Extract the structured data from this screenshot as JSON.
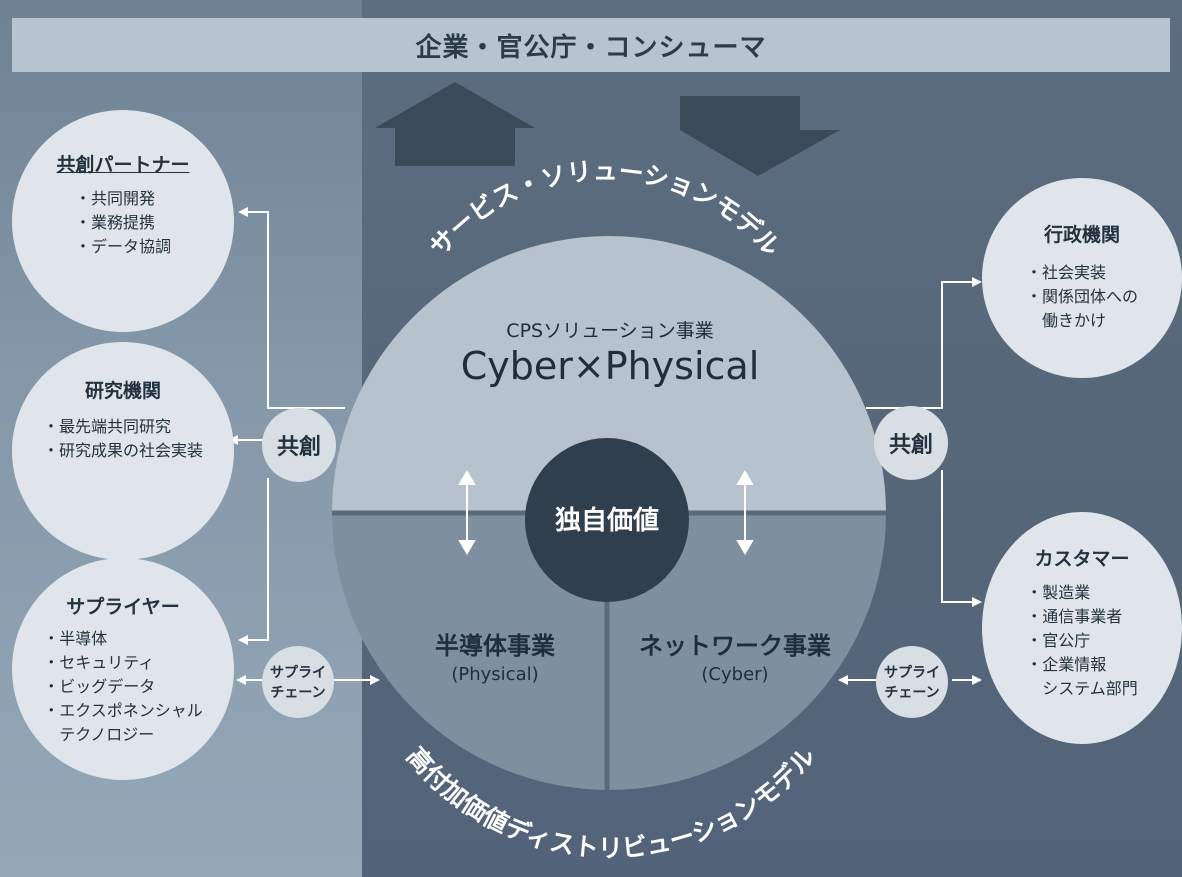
{
  "top_bar": "企業・官公庁・コンシューマ",
  "arcs": {
    "upper": "サービス・ソリューションモデル",
    "lower": "高付加価値ディストリビューションモデル"
  },
  "center": {
    "cps_title": "CPSソリューション事業",
    "cyber_physical": "Cyber×Physical",
    "core": "独自価値",
    "semi_title": "半導体事業",
    "semi_sub": "(Physical)",
    "net_title": "ネットワーク事業",
    "net_sub": "(Cyber)"
  },
  "left": {
    "partners": {
      "title": "共創パートナー",
      "items": [
        "共同開発",
        "業務提携",
        "データ協調"
      ]
    },
    "research": {
      "title": "研究機関",
      "items": [
        "最先端共同研究",
        "研究成果の社会実装"
      ]
    },
    "suppliers": {
      "title": "サプライヤー",
      "items": [
        "半導体",
        "セキュリティ",
        "ビッグデータ",
        "エクスポネンシャル",
        "テクノロジー"
      ]
    },
    "kyoso": "共創",
    "supply_1": "サプライ",
    "supply_2": "チェーン"
  },
  "right": {
    "gov": {
      "title": "行政機関",
      "items": [
        "社会実装",
        "関係団体への",
        "働きかけ"
      ]
    },
    "customer": {
      "title": "カスタマー",
      "items": [
        "製造業",
        "通信事業者",
        "官公庁",
        "企業情報",
        "システム部門"
      ]
    },
    "kyoso": "共創",
    "supply_1": "サプライ",
    "supply_2": "チェーン"
  },
  "colors": {
    "upper_half": "#b6c2cd",
    "lower_half": "#7e8fa0",
    "core": "#2f3f4d",
    "bubble": "#dfe5ea"
  }
}
